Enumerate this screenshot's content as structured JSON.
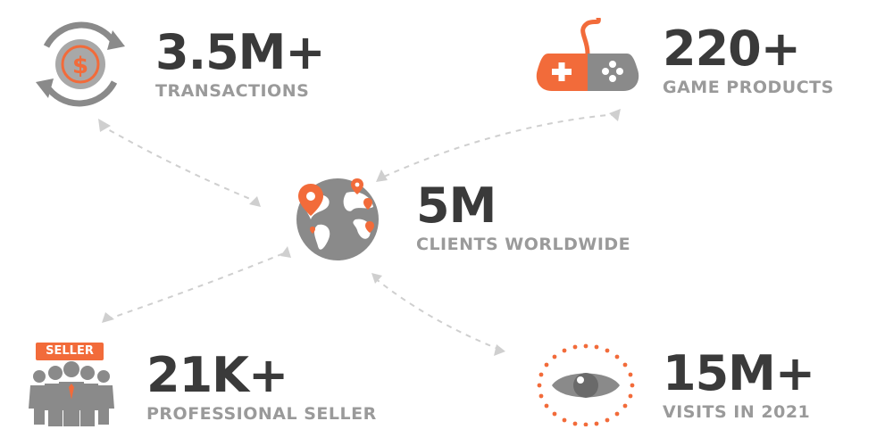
{
  "colors": {
    "accent": "#f26b3a",
    "icon_gray": "#8a8a8a",
    "value_text": "#3a3a3a",
    "label_text": "#9a9a9a",
    "connector": "#cccccc"
  },
  "center": {
    "icon": "globe-icon",
    "value": "5M",
    "label": "CLIENTS WORLDWIDE"
  },
  "stats": [
    {
      "id": "transactions",
      "icon": "dollar-cycle-icon",
      "value": "3.5M+",
      "label": "TRANSACTIONS"
    },
    {
      "id": "game-products",
      "icon": "gamepad-icon",
      "value": "220+",
      "label": "GAME PRODUCTS"
    },
    {
      "id": "professional-seller",
      "icon": "seller-group-icon",
      "badge": "SELLER",
      "value": "21K+",
      "label": "PROFESSIONAL SELLER"
    },
    {
      "id": "visits",
      "icon": "eye-icon",
      "value": "15M+",
      "label": "VISITS IN 2021"
    }
  ]
}
